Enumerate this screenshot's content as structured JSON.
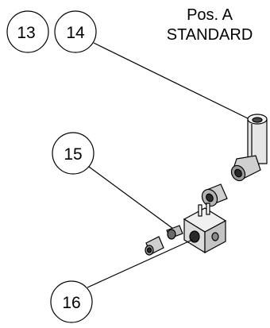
{
  "title": {
    "line1": "Pos. A",
    "line2": "STANDARD"
  },
  "callouts": [
    {
      "id": "13",
      "label": "13"
    },
    {
      "id": "14",
      "label": "14"
    },
    {
      "id": "15",
      "label": "15"
    },
    {
      "id": "16",
      "label": "16"
    }
  ],
  "colors": {
    "ink": "#000000",
    "background": "#ffffff",
    "part_shade": "#c8c8c8",
    "part_dark": "#4a4a4a"
  }
}
